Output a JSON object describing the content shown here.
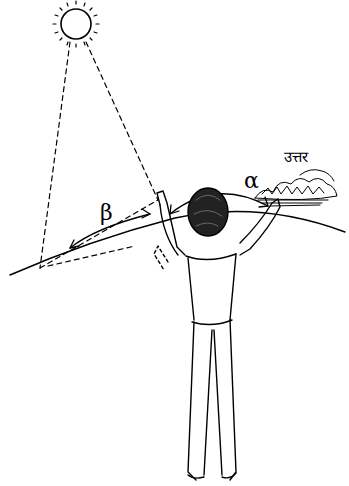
{
  "diagram": {
    "labels": [
      "β",
      "α",
      "उत्तर"
    ]
  }
}
